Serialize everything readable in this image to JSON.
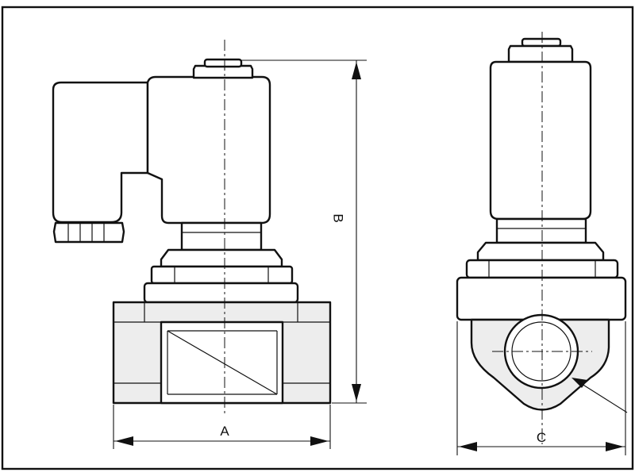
{
  "drawing": {
    "dimension_labels": {
      "width_side": "A",
      "height": "B",
      "width_end": "C"
    }
  }
}
